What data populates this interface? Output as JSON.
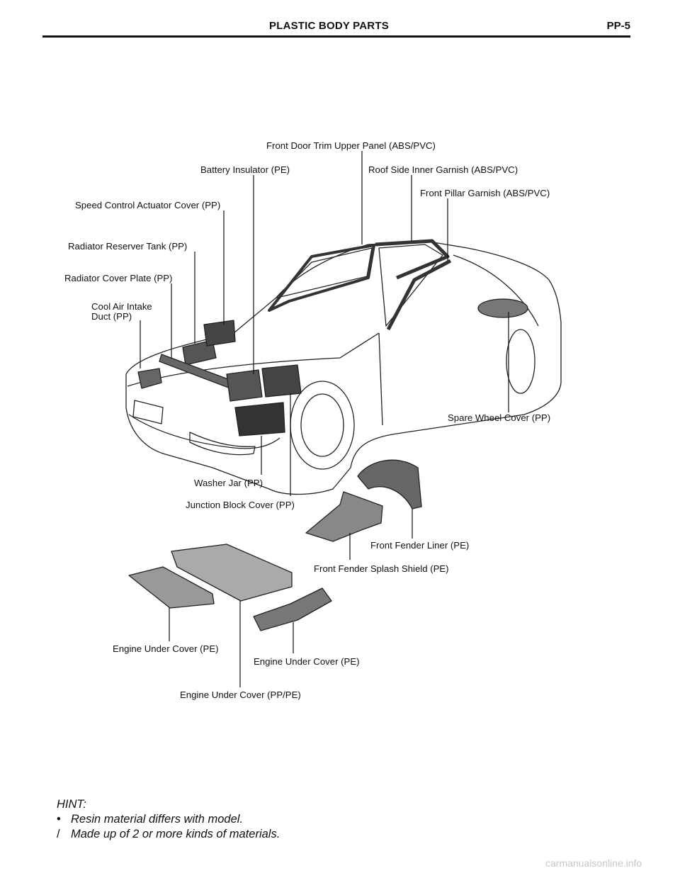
{
  "header": {
    "title": "PLASTIC BODY PARTS",
    "page": "PP-5"
  },
  "labels": {
    "front_door_trim": "Front Door Trim Upper Panel (ABS/PVC)",
    "battery_insulator": "Battery Insulator (PE)",
    "roof_side_garnish": "Roof Side Inner Garnish (ABS/PVC)",
    "front_pillar_garnish": "Front Pillar Garnish (ABS/PVC)",
    "speed_control_cover": "Speed Control Actuator Cover (PP)",
    "radiator_reserve_tank": "Radiator Reserver Tank (PP)",
    "radiator_cover_plate": "Radiator Cover Plate (PP)",
    "cool_air_intake_1": "Cool Air Intake",
    "cool_air_intake_2": "Duct (PP)",
    "spare_wheel_cover": "Spare Wheel Cover (PP)",
    "washer_jar": "Washer Jar (PP)",
    "junction_block_cover": "Junction Block Cover (PP)",
    "front_fender_liner": "Front Fender Liner (PE)",
    "front_fender_splash": "Front Fender Splash Shield (PE)",
    "engine_under_cover_pe_left": "Engine Under Cover (PE)",
    "engine_under_cover_pe_right": "Engine Under Cover (PE)",
    "engine_under_cover_pppe": "Engine Under Cover (PP/PE)"
  },
  "hint": {
    "heading": "HINT:",
    "bullet_symbol": "•",
    "bullet_text": "Resin material differs with model.",
    "slash_symbol": "/",
    "slash_text": "Made up of 2 or more kinds of materials."
  },
  "footer": {
    "watermark": "carmanualsonline.info"
  }
}
